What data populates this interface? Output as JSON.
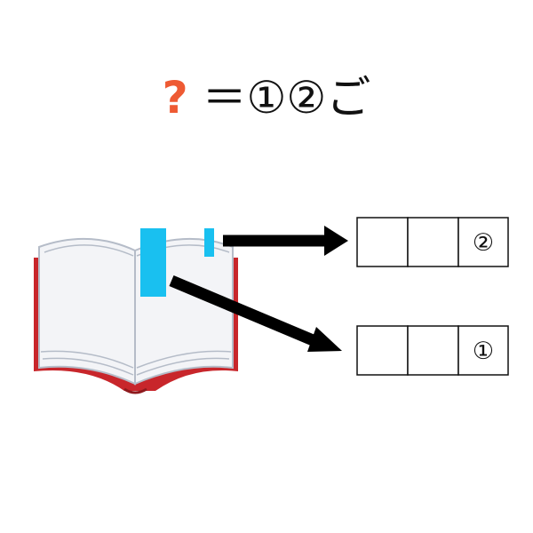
{
  "puzzle": {
    "question_mark": "?",
    "equation": "＝①②ご",
    "question_color": "#ee5a33"
  },
  "grids": [
    {
      "cells": [
        "",
        "",
        "②"
      ]
    },
    {
      "cells": [
        "",
        "",
        "①"
      ]
    }
  ],
  "colors": {
    "book_cover": "#c8262b",
    "book_pages": "#f3f4f7",
    "page_lines": "#b5bcc8",
    "bookmark": "#19c0f0",
    "arrow": "#000000"
  }
}
